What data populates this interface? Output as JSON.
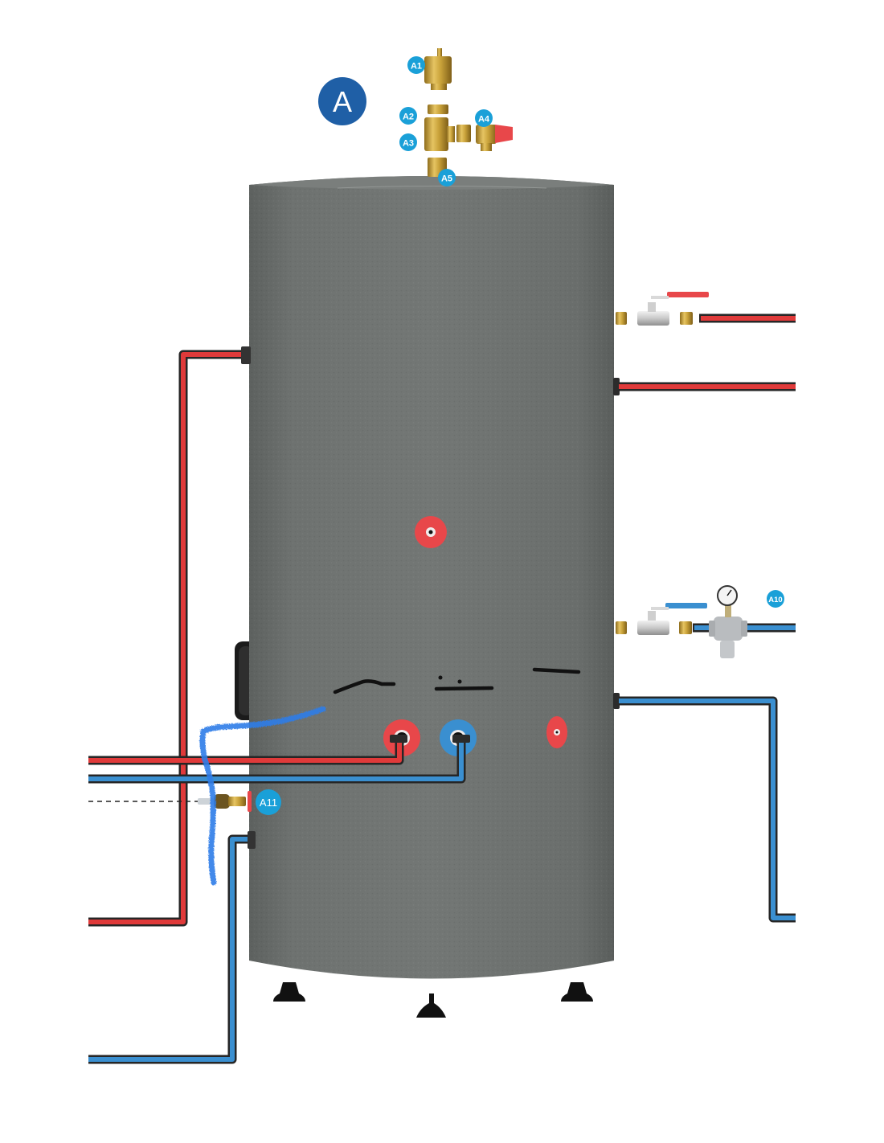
{
  "diagram": {
    "title_badge": "A",
    "colors": {
      "hot_pipe": "#e03a3a",
      "cold_pipe": "#3a8fd0",
      "pipe_outline": "#262626",
      "tank_body": "#6c706e",
      "badge": "#1aa0d8",
      "main_badge": "#1f5fa6",
      "brass": "#c9a23a",
      "annotation_blue": "#2f7de8"
    },
    "labels": {
      "a1": "A1",
      "a2": "A2",
      "a3": "A3",
      "a4": "A4",
      "a5": "A5",
      "a10": "A10",
      "a11": "A11"
    },
    "components": [
      {
        "id": "A1",
        "name": "Automatic air vent"
      },
      {
        "id": "A2",
        "name": "Brass nipple"
      },
      {
        "id": "A3",
        "name": "Brass tee"
      },
      {
        "id": "A4",
        "name": "Safety valve"
      },
      {
        "id": "A5",
        "name": "Tank top connection"
      },
      {
        "id": "A10",
        "name": "Pressure reducing valve with gauge"
      },
      {
        "id": "A11",
        "name": "Sensor / drain fitting"
      }
    ]
  }
}
